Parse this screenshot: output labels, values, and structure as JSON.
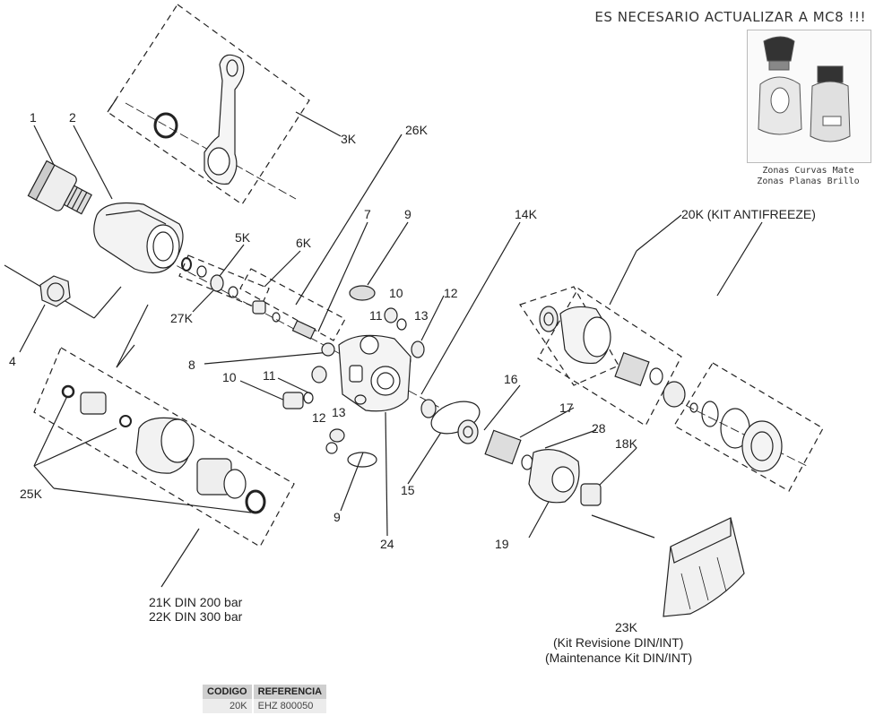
{
  "notice": "ES NECESARIO ACTUALIZAR A MC8 !!!",
  "photo_caption": [
    "Zonas Curvas Mate",
    "Zonas Planas Brillo"
  ],
  "labels": {
    "l1": "1",
    "l2": "2",
    "l3K": "3K",
    "l4": "4",
    "l5K": "5K",
    "l6K": "6K",
    "l7": "7",
    "l8": "8",
    "l9a": "9",
    "l9b": "9",
    "l10a": "10",
    "l10b": "10",
    "l11a": "11",
    "l11b": "11",
    "l12a": "12",
    "l12b": "12",
    "l13a": "13",
    "l13b": "13",
    "l14K": "14K",
    "l15": "15",
    "l16": "16",
    "l17": "17",
    "l18K": "18K",
    "l19": "19",
    "l20K": "20K (KIT ANTIFREEZE)",
    "l21K": "21K  DIN 200 bar",
    "l22K": "22K  DIN 300 bar",
    "l23K": "23K",
    "l23K_it": "(Kit Revisione DIN/INT)",
    "l23K_en": "(Maintenance Kit DIN/INT)",
    "l24": "24",
    "l25K": "25K",
    "l26K": "26K",
    "l27K": "27K",
    "l28": "28"
  },
  "table": {
    "headers": [
      "CODIGO",
      "REFERENCIA"
    ],
    "rows": [
      [
        "20K",
        "EHZ 800050"
      ]
    ]
  }
}
